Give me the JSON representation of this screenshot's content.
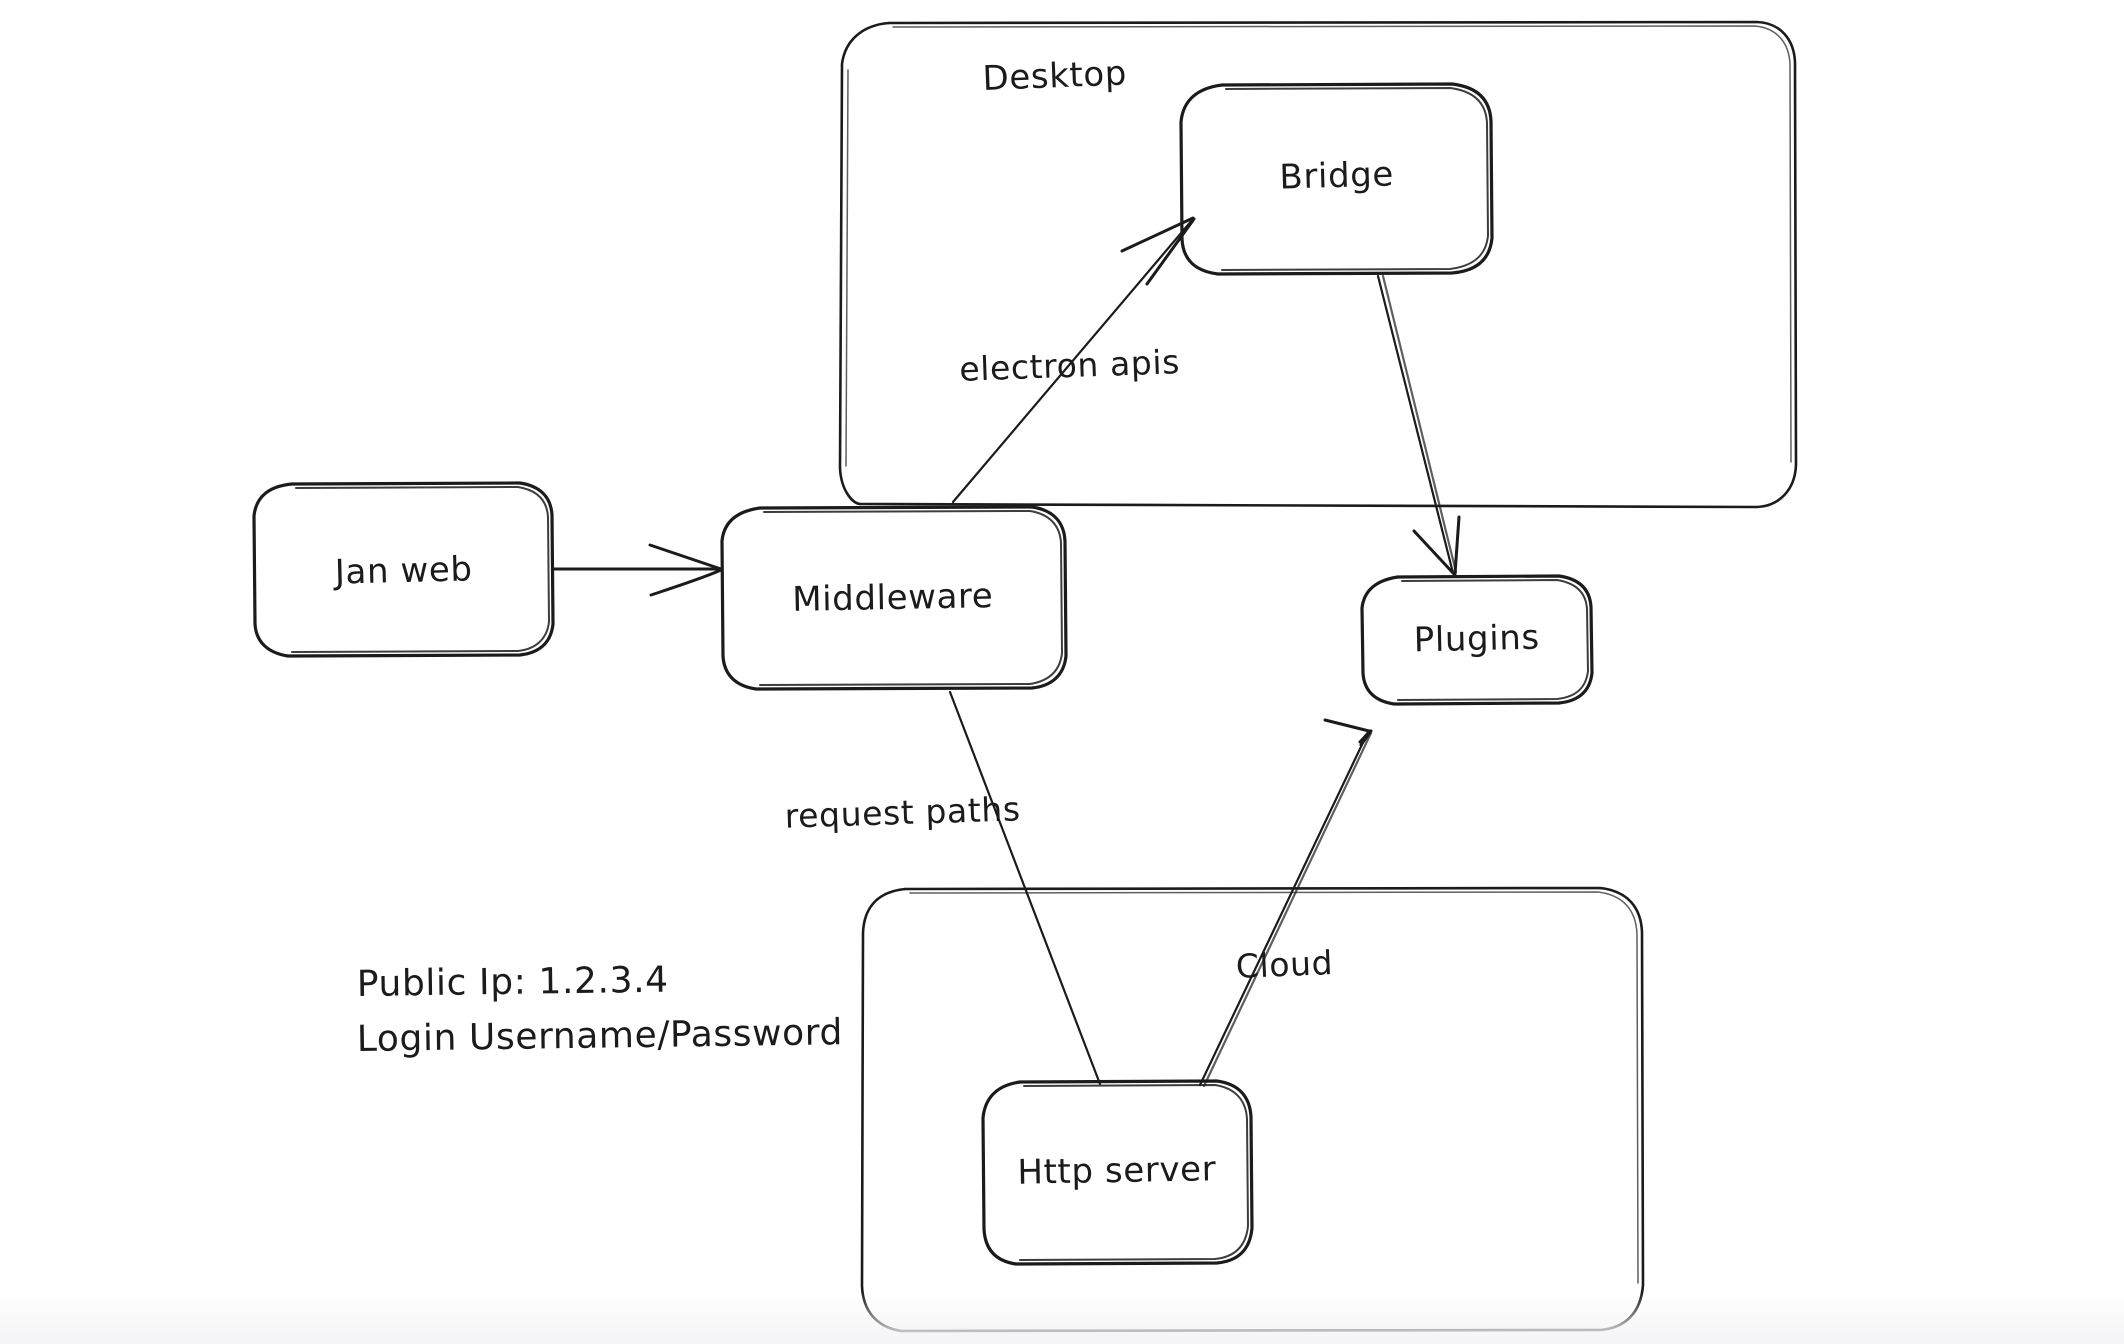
{
  "diagram": {
    "type": "architecture-flow",
    "style": "hand-drawn-whiteboard",
    "background_color": "#ffffff",
    "stroke_color": "#1b1b1b",
    "groups": [
      {
        "id": "desktop",
        "label": "Desktop",
        "label_position": "top-center",
        "contains": [
          "bridge"
        ]
      },
      {
        "id": "cloud-box",
        "label": "",
        "label_position": "none",
        "contains": [
          "http-server"
        ]
      }
    ],
    "nodes": [
      {
        "id": "jan-web",
        "label": "Jan web"
      },
      {
        "id": "middleware",
        "label": "Middleware"
      },
      {
        "id": "bridge",
        "label": "Bridge"
      },
      {
        "id": "plugins",
        "label": "Plugins"
      },
      {
        "id": "http-server",
        "label": "Http server"
      }
    ],
    "edges": [
      {
        "id": "jan-to-middleware",
        "from": "jan-web",
        "to": "middleware",
        "label": "",
        "arrow": "to"
      },
      {
        "id": "middleware-to-bridge",
        "from": "middleware",
        "to": "bridge",
        "label": "electron apis",
        "arrow": "to"
      },
      {
        "id": "bridge-to-plugins",
        "from": "bridge",
        "to": "plugins",
        "label": "",
        "arrow": "to"
      },
      {
        "id": "middleware-to-http",
        "from": "middleware",
        "to": "http-server",
        "label": "request paths",
        "arrow": "none"
      },
      {
        "id": "http-to-plugins",
        "from": "http-server",
        "to": "plugins",
        "label": "Cloud",
        "arrow": "to"
      }
    ],
    "annotations": [
      {
        "id": "public-ip",
        "text": "Public Ip: 1.2.3.4"
      },
      {
        "id": "login-creds",
        "text": "Login Username/Password"
      }
    ]
  }
}
